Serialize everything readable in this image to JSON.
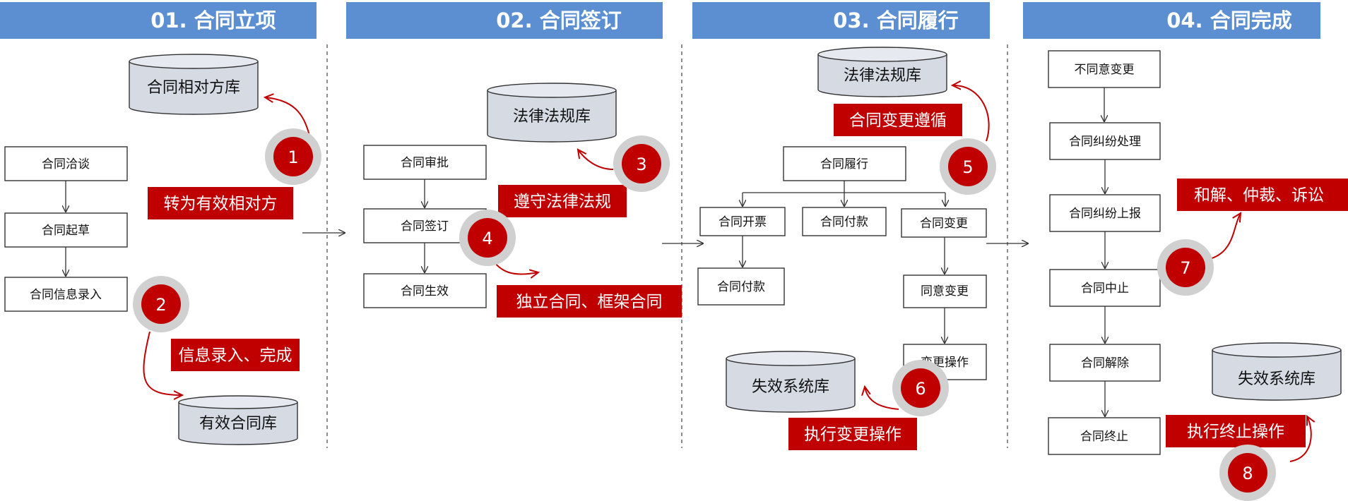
{
  "phases": [
    {
      "title": "01. 合同立项"
    },
    {
      "title": "02. 合同签订"
    },
    {
      "title": "03. 合同履行"
    },
    {
      "title": "04. 合同完成"
    }
  ],
  "phase1": {
    "boxes": [
      "合同洽谈",
      "合同起草",
      "合同信息录入"
    ],
    "db_counterparty": "合同相对方库",
    "db_valid": "有效合同库",
    "label1": "转为有效相对方",
    "label2": "信息录入、完成"
  },
  "phase2": {
    "boxes": [
      "合同审批",
      "合同签订",
      "合同生效"
    ],
    "db_law": "法律法规库",
    "label3": "遵守法律法规",
    "label4": "独立合同、框架合同"
  },
  "phase3": {
    "boxes": [
      "合同履行",
      "合同开票",
      "合同付款",
      "合同变更",
      "合同付款",
      "同意变更",
      "变更操作"
    ],
    "db_law": "法律法规库",
    "db_invalid": "失效系统库",
    "label5": "合同变更遵循",
    "label6": "执行变更操作"
  },
  "phase4": {
    "boxes": [
      "不同意变更",
      "合同纠纷处理",
      "合同纠纷上报",
      "合同中止",
      "合同解除",
      "合同终止"
    ],
    "db_invalid": "失效系统库",
    "label7": "和解、仲裁、诉讼",
    "label8": "执行终止操作"
  },
  "badges": [
    "1",
    "2",
    "3",
    "4",
    "5",
    "6",
    "7",
    "8"
  ],
  "colors": {
    "header": "#5b8fd1",
    "accent": "#c00000",
    "database": "#d5dae3"
  }
}
